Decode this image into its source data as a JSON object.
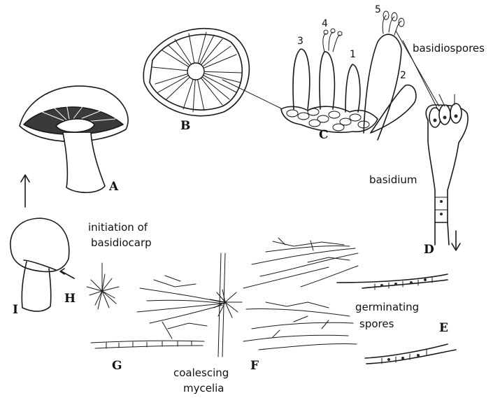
{
  "labels": {
    "A": "A",
    "B": "B",
    "C": "C",
    "D": "D",
    "E": "E",
    "F": "F",
    "G": "G",
    "H": "H",
    "I": "I"
  },
  "numbers": {
    "n1": "1",
    "n2": "2",
    "n3": "3",
    "n4": "4",
    "n5": "5"
  },
  "text": {
    "basidiospores": "basidiospores",
    "basidium": "basidium",
    "initiation_line1": "initiation of",
    "initiation_line2": "basidiocarp",
    "germinating_line1": "germinating",
    "germinating_line2": "spores",
    "coalescing_line1": "coalescing",
    "coalescing_line2": "mycelia"
  }
}
